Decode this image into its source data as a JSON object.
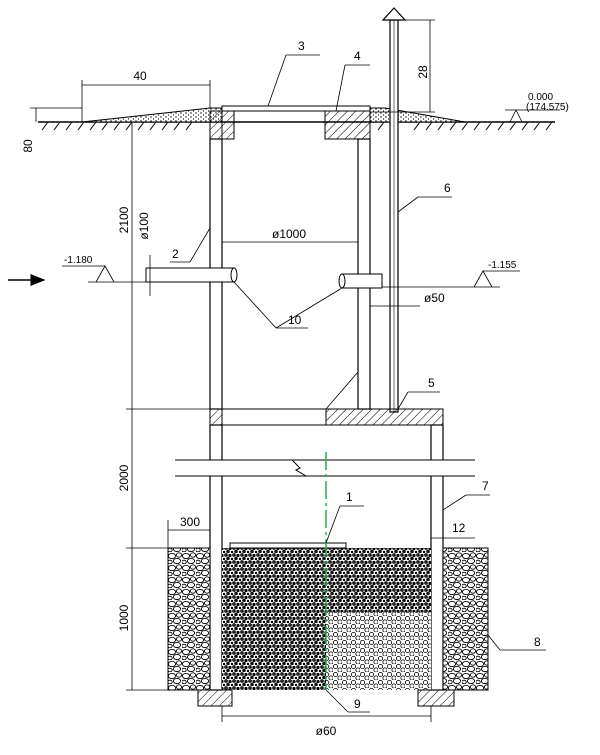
{
  "callouts": [
    "1",
    "2",
    "3",
    "4",
    "5",
    "6",
    "7",
    "8",
    "9",
    "10"
  ],
  "dimensions": {
    "top_width": "40",
    "vent_height": "28",
    "ground_cover": "80",
    "upper_depth": "2100",
    "pipe_in_diameter": "ø100",
    "inner_diameter": "ø1000",
    "vent_pipe_diameter": "ø50",
    "middle_height": "2000",
    "gravel_offset": "300",
    "wall_thickness": "12",
    "gravel_depth": "1000",
    "bottom_diameter": "ø60"
  },
  "elevations": {
    "ground_zero": "0.000",
    "ground_abs": "(174.575)",
    "inlet": "-1.180",
    "outlet": "-1.155"
  },
  "colors": {
    "line": "#000000",
    "centerline": "#22b14c"
  }
}
